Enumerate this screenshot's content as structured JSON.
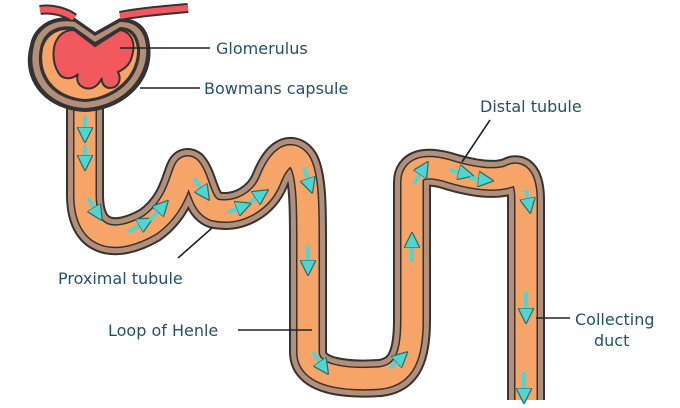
{
  "labels": {
    "glomerulus": "Glomerulus",
    "bowmans_capsule": "Bowmans capsule",
    "distal_tubule": "Distal tubule",
    "proximal_tubule": "Proximal tubule",
    "loop_of_henle": "Loop of Henle",
    "collecting_duct_line1": "Collecting",
    "collecting_duct_line2": "duct"
  },
  "colors": {
    "tubule_fill": "#f6a468",
    "tubule_wall": "#b38f79",
    "outline": "#333333",
    "glomerulus": "#f2595e",
    "flow_arrow": "#4fd6d2",
    "label_text": "#24506e"
  }
}
